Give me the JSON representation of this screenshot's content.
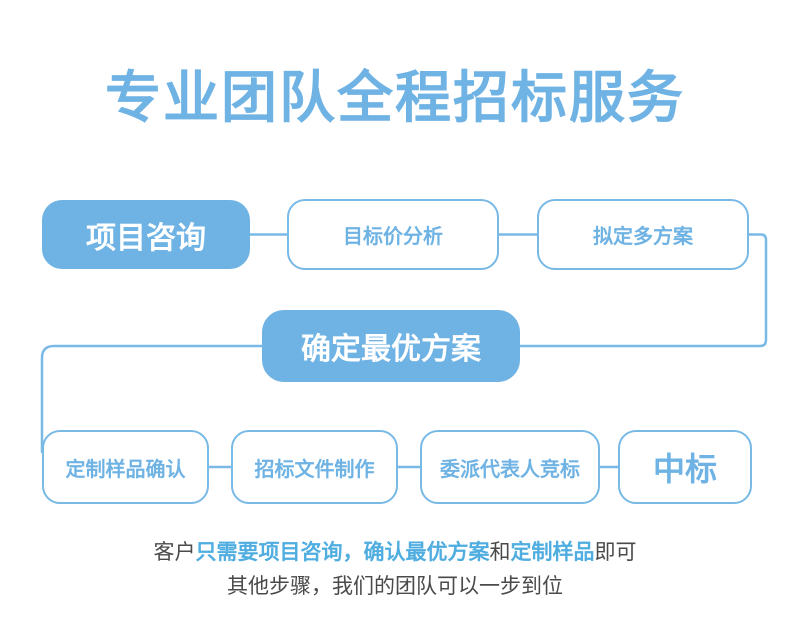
{
  "title": "专业团队全程招标服务",
  "colors": {
    "brand_blue": "#6FB3E4",
    "border_blue": "#79B9E6",
    "highlight_blue": "#4FADE0",
    "text_dark": "#4a4a4a",
    "background": "#ffffff"
  },
  "flow": {
    "row1": [
      {
        "id": "consult",
        "label": "项目咨询",
        "style": "filled"
      },
      {
        "id": "target",
        "label": "目标价分析",
        "style": "outline"
      },
      {
        "id": "scheme",
        "label": "拟定多方案",
        "style": "outline"
      }
    ],
    "row2": [
      {
        "id": "best",
        "label": "确定最优方案",
        "style": "filled"
      }
    ],
    "row3": [
      {
        "id": "sample",
        "label": "定制样品确认",
        "style": "outline"
      },
      {
        "id": "docs",
        "label": "招标文件制作",
        "style": "outline"
      },
      {
        "id": "delegate",
        "label": "委派代表人竞标",
        "style": "outline"
      },
      {
        "id": "win",
        "label": "中标",
        "style": "outline"
      }
    ]
  },
  "footer": {
    "line1": [
      {
        "text": "客户",
        "highlight": false
      },
      {
        "text": "只需要项目咨询，确认最优方案",
        "highlight": true
      },
      {
        "text": "和",
        "highlight": false
      },
      {
        "text": "定制样品",
        "highlight": true
      },
      {
        "text": "即可",
        "highlight": false
      }
    ],
    "line1_plain": "客户只需要项目咨询，确认最优方案和定制样品即可",
    "line2": "其他步骤，我们的团队可以一步到位",
    "line2_segments": [
      {
        "text": "其他步骤，我们的团队可以一步到位",
        "highlight": false
      }
    ]
  }
}
